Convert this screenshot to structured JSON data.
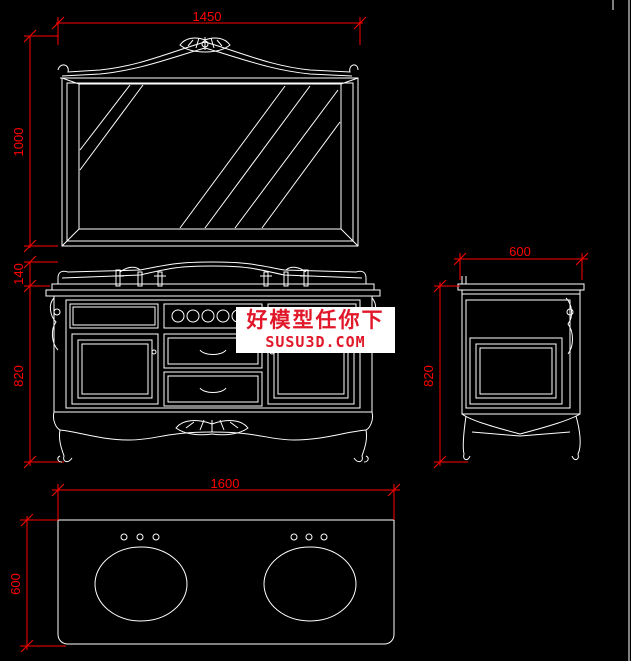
{
  "dimensions": {
    "mirror_width": "1450",
    "mirror_height": "1000",
    "backsplash_height": "140",
    "cabinet_height_front": "820",
    "side_depth": "600",
    "cabinet_height_side": "820",
    "top_width": "1600",
    "top_depth": "600"
  },
  "watermark": {
    "chinese": "好模型任你下",
    "site": "SUSU3D.COM"
  },
  "colors": {
    "background": "#000000",
    "linework": "#ffffff",
    "dimension": "#ff0000",
    "watermark_text": "#e0182a"
  }
}
